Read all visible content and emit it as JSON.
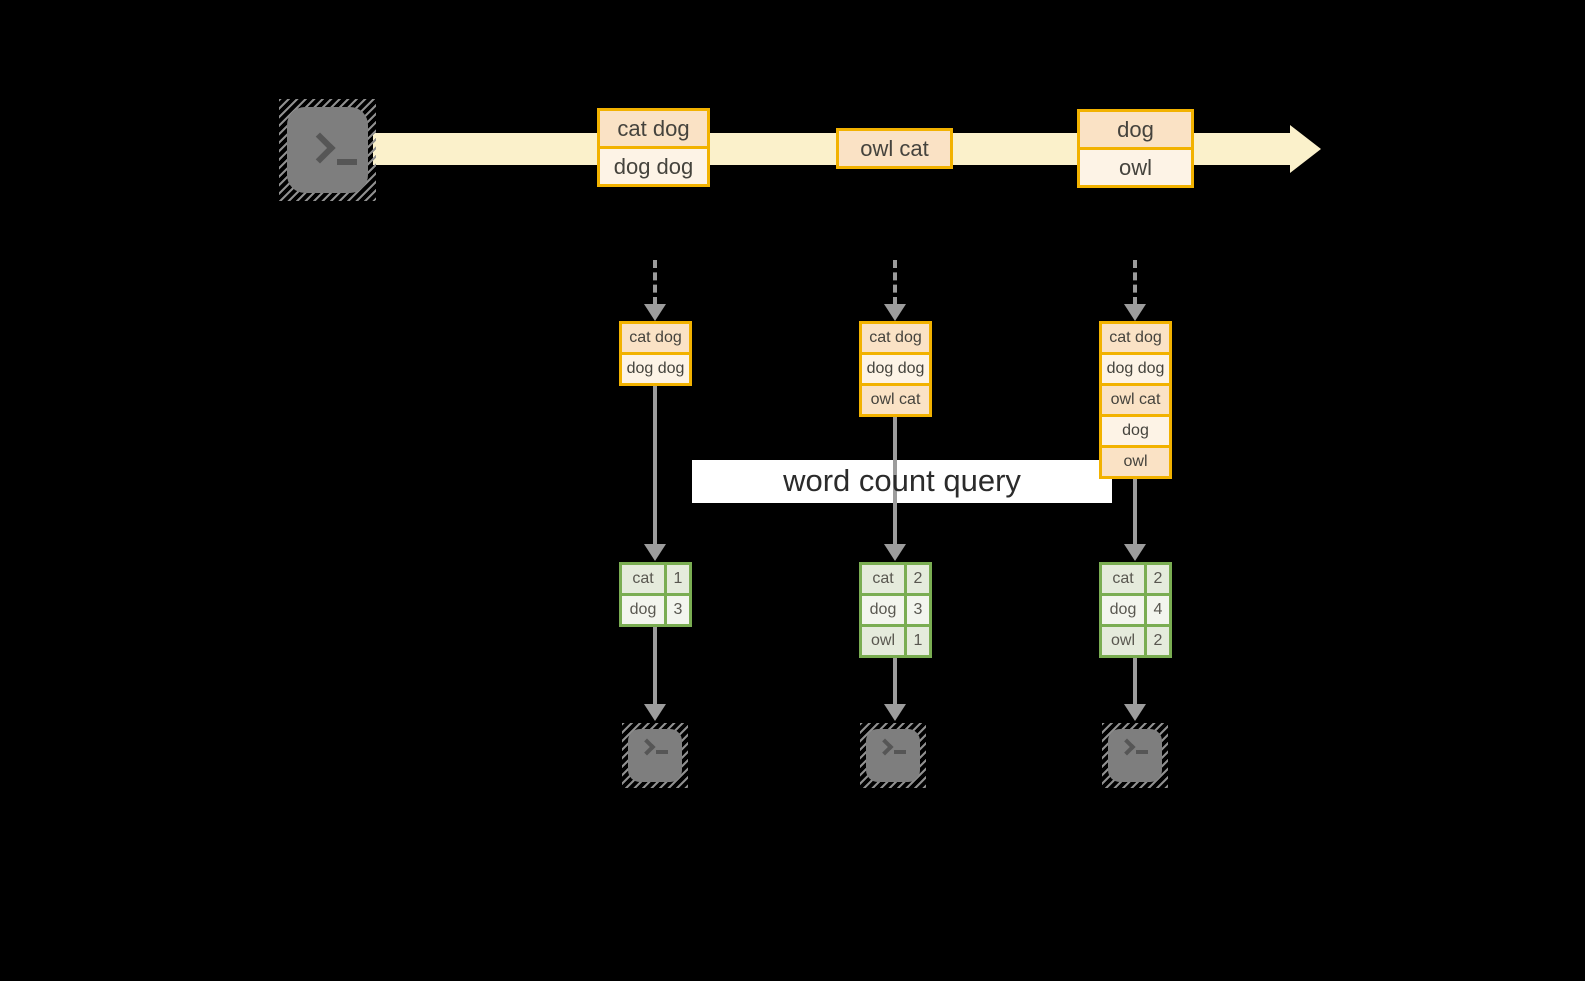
{
  "theme": {
    "colors": {
      "bg": "#000000",
      "gold": "#F2B200",
      "peach-dark": "#FAE2C5",
      "peach-light": "#FDF3E6",
      "stream-band": "#FBF1CB",
      "green": "#7AAD52",
      "green-cell-a": "#E5EBDC",
      "green-cell-b": "#F3F5EE",
      "arrow": "#9C9C9C",
      "terminal": "#7E7E7E",
      "terminal-hatch": "#8F8F8F",
      "glyph": "#565656",
      "text-dark": "#45433D",
      "text-table": "#595750",
      "label-text": "#2B2B2B",
      "label-bg": "#FFFFFF"
    }
  },
  "labels": {
    "query": "word count query"
  },
  "stream": {
    "events": [
      {
        "lines": [
          "cat dog",
          "dog dog"
        ]
      },
      {
        "lines": [
          "owl cat"
        ]
      },
      {
        "lines": [
          "dog",
          "owl"
        ]
      }
    ]
  },
  "columns": [
    {
      "state": [
        "cat dog",
        "dog dog"
      ],
      "counts": [
        {
          "word": "cat",
          "count": "1"
        },
        {
          "word": "dog",
          "count": "3"
        }
      ]
    },
    {
      "state": [
        "cat dog",
        "dog dog",
        "owl cat"
      ],
      "counts": [
        {
          "word": "cat",
          "count": "2"
        },
        {
          "word": "dog",
          "count": "3"
        },
        {
          "word": "owl",
          "count": "1"
        }
      ]
    },
    {
      "state": [
        "cat dog",
        "dog dog",
        "owl cat",
        "dog",
        "owl"
      ],
      "counts": [
        {
          "word": "cat",
          "count": "2"
        },
        {
          "word": "dog",
          "count": "4"
        },
        {
          "word": "owl",
          "count": "2"
        }
      ]
    }
  ],
  "icons": {
    "source": "terminal-icon",
    "sinks": [
      "terminal-icon",
      "terminal-icon",
      "terminal-icon"
    ]
  }
}
